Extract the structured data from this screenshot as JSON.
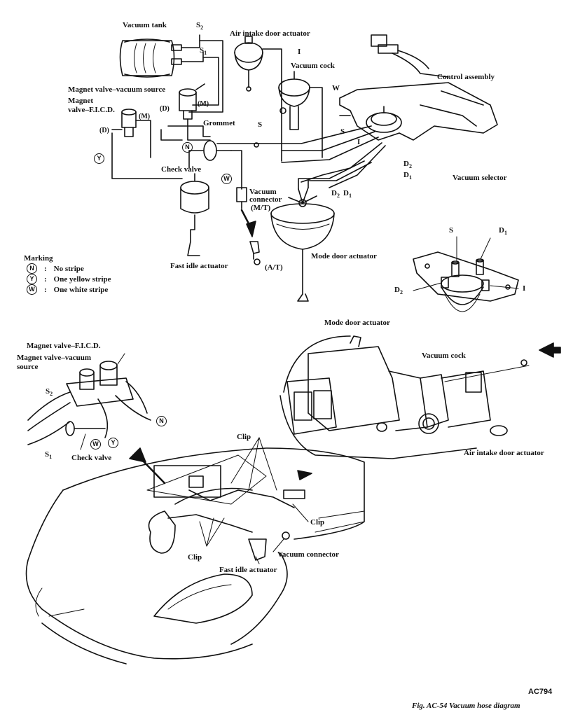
{
  "labels": {
    "vacuum_tank": "Vacuum tank",
    "s2": "S",
    "s2_sub": "2",
    "s1": "S",
    "s1_sub": "1",
    "air_intake_door_actuator": "Air intake door actuator",
    "i_top": "I",
    "vacuum_cock": "Vacuum cock",
    "w_top": "W",
    "control_assembly": "Control assembly",
    "magnet_valve_vacuum_source": "Magnet valve–vacuum source",
    "magnet_valve_ficd_line1": "Magnet",
    "magnet_valve_ficd_line2": "valve–F.I.C.D.",
    "m_1": "(M)",
    "m_2": "(M)",
    "d_1": "(D)",
    "d_2": "(D)",
    "grommet": "Grommet",
    "s_mid": "S",
    "s_right": "S",
    "i_right": "I",
    "d2_right": "D",
    "d2_right_sub": "2",
    "d1_right": "D",
    "d1_right_sub": "1",
    "vacuum_selector": "Vacuum selector",
    "check_valve": "Check valve",
    "vacuum_connector_line1": "Vacuum",
    "vacuum_connector_line2": "connector",
    "mt": "(M/T)",
    "d2_mid": "D",
    "d2_mid_sub": "2",
    "d1_mid": "D",
    "d1_mid_sub": "1",
    "at": "(A/T)",
    "mode_door_actuator": "Mode door actuator",
    "fast_idle_actuator": "Fast idle actuator",
    "sel_s": "S",
    "sel_d1": "D",
    "sel_d1_sub": "1",
    "sel_d2": "D",
    "sel_d2_sub": "2",
    "sel_i": "I",
    "mode_door_actuator_2": "Mode door actuator",
    "vacuum_cock_2": "Vacuum cock",
    "air_intake_door_actuator_2": "Air intake door actuator",
    "magnet_valve_ficd_2": "Magnet valve–F.I.C.D.",
    "magnet_valve_vacuum_2_line1": "Magnet valve–vacuum",
    "magnet_valve_vacuum_2_line2": "source",
    "s2_b": "S",
    "s2_b_sub": "2",
    "s1_b": "S",
    "s1_b_sub": "1",
    "check_valve_2": "Check valve",
    "clip_1": "Clip",
    "clip_2": "Clip",
    "clip_3": "Clip",
    "vacuum_connector_2": "Vacuum connector",
    "fast_idle_actuator_2": "Fast idle actuator"
  },
  "tags": {
    "n": "N",
    "y": "Y",
    "w": "W"
  },
  "marking": {
    "title": "Marking",
    "items": [
      {
        "code": "N",
        "text": "No stripe"
      },
      {
        "code": "Y",
        "text": "One yellow stripe"
      },
      {
        "code": "W",
        "text": "One white stripe"
      }
    ]
  },
  "figure_code": "AC794",
  "caption": "Fig. AC-54  Vacuum hose diagram"
}
